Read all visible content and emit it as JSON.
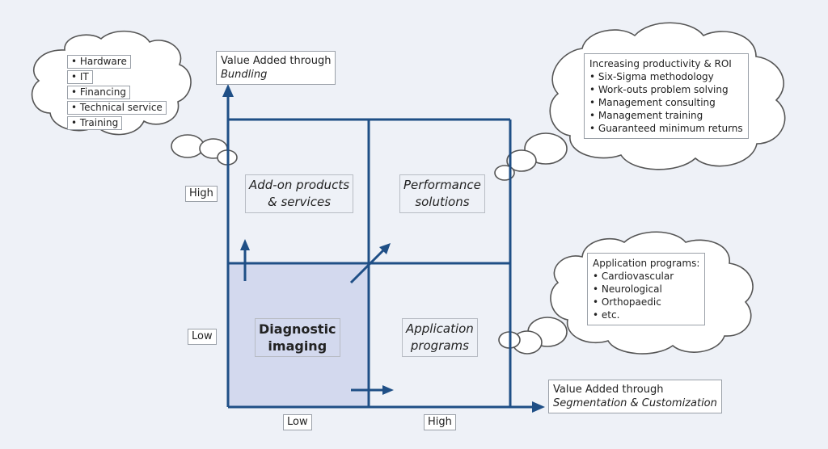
{
  "y_axis": {
    "title": "Value Added through",
    "subtitle": "Bundling",
    "high_label": "High",
    "low_label": "Low"
  },
  "x_axis": {
    "title": "Value Added through",
    "subtitle": "Segmentation & Customization",
    "low_label": "Low",
    "high_label": "High"
  },
  "quadrants": {
    "top_left": {
      "line1": "Add-on products",
      "line2": "& services"
    },
    "top_right": {
      "line1": "Performance",
      "line2": "solutions"
    },
    "bottom_left": {
      "line1": "Diagnostic",
      "line2": "imaging"
    },
    "bottom_right": {
      "line1": "Application",
      "line2": "programs"
    }
  },
  "clouds": {
    "left": {
      "items": [
        "• Hardware",
        "• IT",
        "• Financing",
        "• Technical service",
        "• Training"
      ]
    },
    "top_right": {
      "header": "Increasing productivity & ROI",
      "items": [
        "• Six-Sigma methodology",
        "• Work-outs problem solving",
        "• Management consulting",
        "• Management training",
        "• Guaranteed minimum returns"
      ]
    },
    "bottom_right": {
      "header": "Application programs:",
      "items": [
        "• Cardiovascular",
        "• Neurological",
        "• Orthopaedic",
        "• etc."
      ]
    }
  },
  "colors": {
    "grid_line": "#1f4f86",
    "highlight_fill": "#d3d9ee",
    "background": "#eef1f7"
  }
}
